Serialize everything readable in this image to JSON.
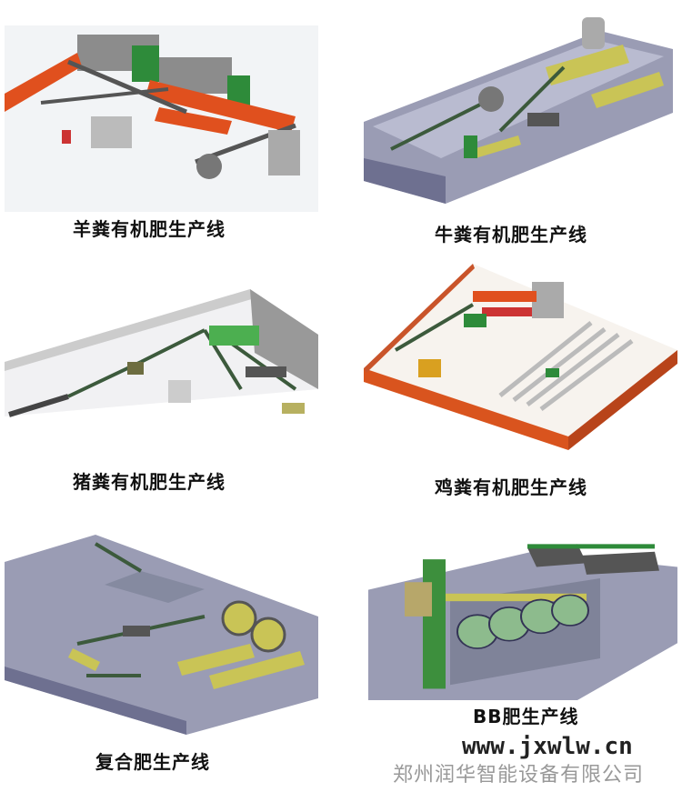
{
  "items": [
    {
      "caption": "羊粪有机肥生产线",
      "image": "sheep-manure-line-render"
    },
    {
      "caption": "牛粪有机肥生产线",
      "image": "cow-manure-line-render"
    },
    {
      "caption": "猪粪有机肥生产线",
      "image": "pig-manure-line-render"
    },
    {
      "caption": "鸡粪有机肥生产线",
      "image": "chicken-manure-line-render"
    },
    {
      "caption": "复合肥生产线",
      "image": "compound-fertilizer-line-render"
    },
    {
      "caption": "BB肥生产线",
      "image": "bb-fertilizer-line-render"
    }
  ],
  "watermark": {
    "company": "郑州润华智能设备有限公司",
    "url": "www.jxwlw.cn"
  },
  "colors": {
    "floor": "#8a8fa6",
    "rotary": "#e0501e",
    "green": "#2e8b3a",
    "yellow": "#c9c456"
  }
}
